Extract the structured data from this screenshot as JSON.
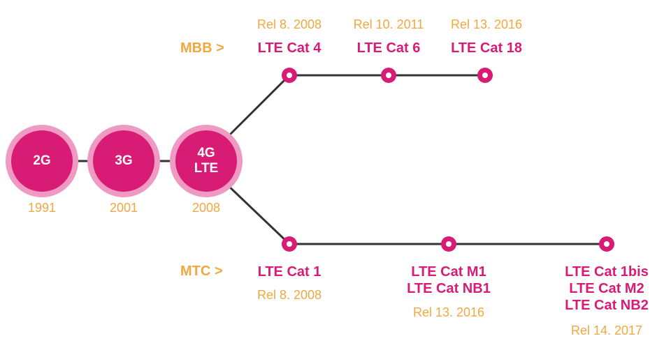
{
  "generations": [
    {
      "label": "2G",
      "year": "1991"
    },
    {
      "label": "3G",
      "year": "2001"
    },
    {
      "label": "4G\nLTE",
      "year": "2008"
    }
  ],
  "mbb": {
    "label": "MBB >",
    "nodes": [
      {
        "cat": "LTE Cat 4",
        "rel": "Rel 8. 2008"
      },
      {
        "cat": "LTE Cat 6",
        "rel": "Rel 10. 2011"
      },
      {
        "cat": "LTE Cat 18",
        "rel": "Rel 13. 2016"
      }
    ]
  },
  "mtc": {
    "label": "MTC >",
    "nodes": [
      {
        "cat": "LTE Cat 1",
        "rel": "Rel 8. 2008"
      },
      {
        "cat": "LTE Cat M1\nLTE Cat NB1",
        "rel": "Rel 13. 2016"
      },
      {
        "cat": "LTE Cat 1bis\nLTE Cat M2\nLTE Cat NB2",
        "rel": "Rel 14. 2017"
      }
    ]
  },
  "colors": {
    "magenta": "#d81b74",
    "ring": "#ee9ac3",
    "orange": "#f0a840",
    "line": "#333333"
  }
}
